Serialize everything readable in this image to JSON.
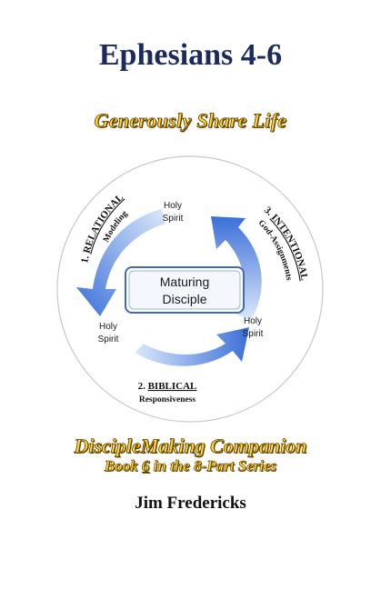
{
  "title": "Ephesians 4-6",
  "subtitle": "Generously Share Life",
  "diagram": {
    "center_line1": "Maturing",
    "center_line2": "Disciple",
    "spirit_top_line1": "Holy",
    "spirit_top_line2": "Spirit",
    "spirit_left_line1": "Holy",
    "spirit_left_line2": "Spirit",
    "spirit_right_line1": "Holy",
    "spirit_right_line2": "Spirit",
    "relational_num": "1.",
    "relational_word": "RELATIONAL",
    "relational_sub": "Modeling",
    "biblical_num": "2.",
    "biblical_word": "BIBLICAL",
    "biblical_sub": "Responsiveness",
    "intentional_num": "3.",
    "intentional_word": "INTENTIONAL",
    "intentional_sub": "God-Assignments",
    "colors": {
      "arrow": "#3a6fd8",
      "arrow_light": "#c9daf8",
      "box_border": "#3d6cb9"
    }
  },
  "series": {
    "line1": "DiscipleMaking Companion",
    "line2_pre": "Book ",
    "line2_num": "6",
    "line2_post": " in the 8-Part Series"
  },
  "author": "Jim Fredericks"
}
